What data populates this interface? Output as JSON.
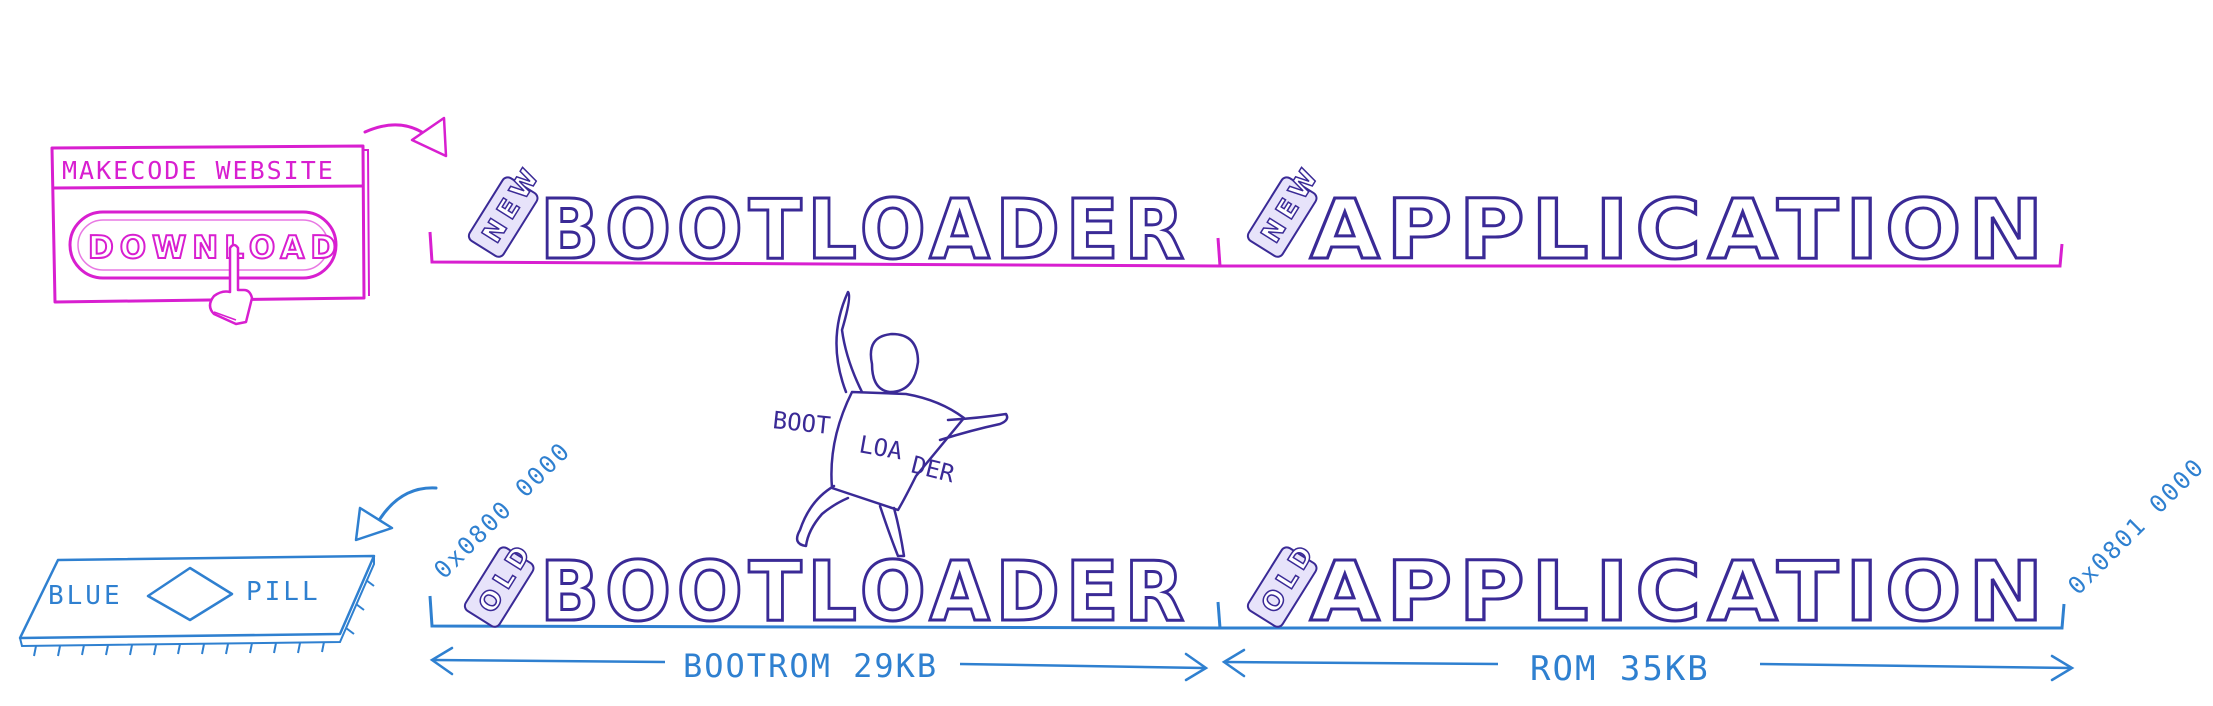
{
  "colors": {
    "magenta": "#d81fd0",
    "purple": "#3a2a96",
    "blue": "#2f80d0",
    "lavender": "#e7e3fa",
    "white": "#ffffff"
  },
  "website": {
    "title": "MAKECODE WEBSITE",
    "button_label": "DOWNLOAD",
    "hand_icon": "pointer-hand-icon"
  },
  "new_row": {
    "bootloader": {
      "tag": "NEW",
      "label": "BOOTLOADER"
    },
    "application": {
      "tag": "NEW",
      "label": "APPLICATION"
    }
  },
  "old_row": {
    "bootloader": {
      "tag": "OLD",
      "label": "BOOTLOADER"
    },
    "application": {
      "tag": "OLD",
      "label": "APPLICATION"
    }
  },
  "character_label": "BOOTLOADER",
  "board_label": {
    "left": "BLUE",
    "right": "PILL"
  },
  "addresses": {
    "start": "0x0800 0000",
    "end": "0x0801 0000"
  },
  "ranges": {
    "bootrom": "BOOTROM 29KB",
    "rom": "ROM 35KB"
  }
}
